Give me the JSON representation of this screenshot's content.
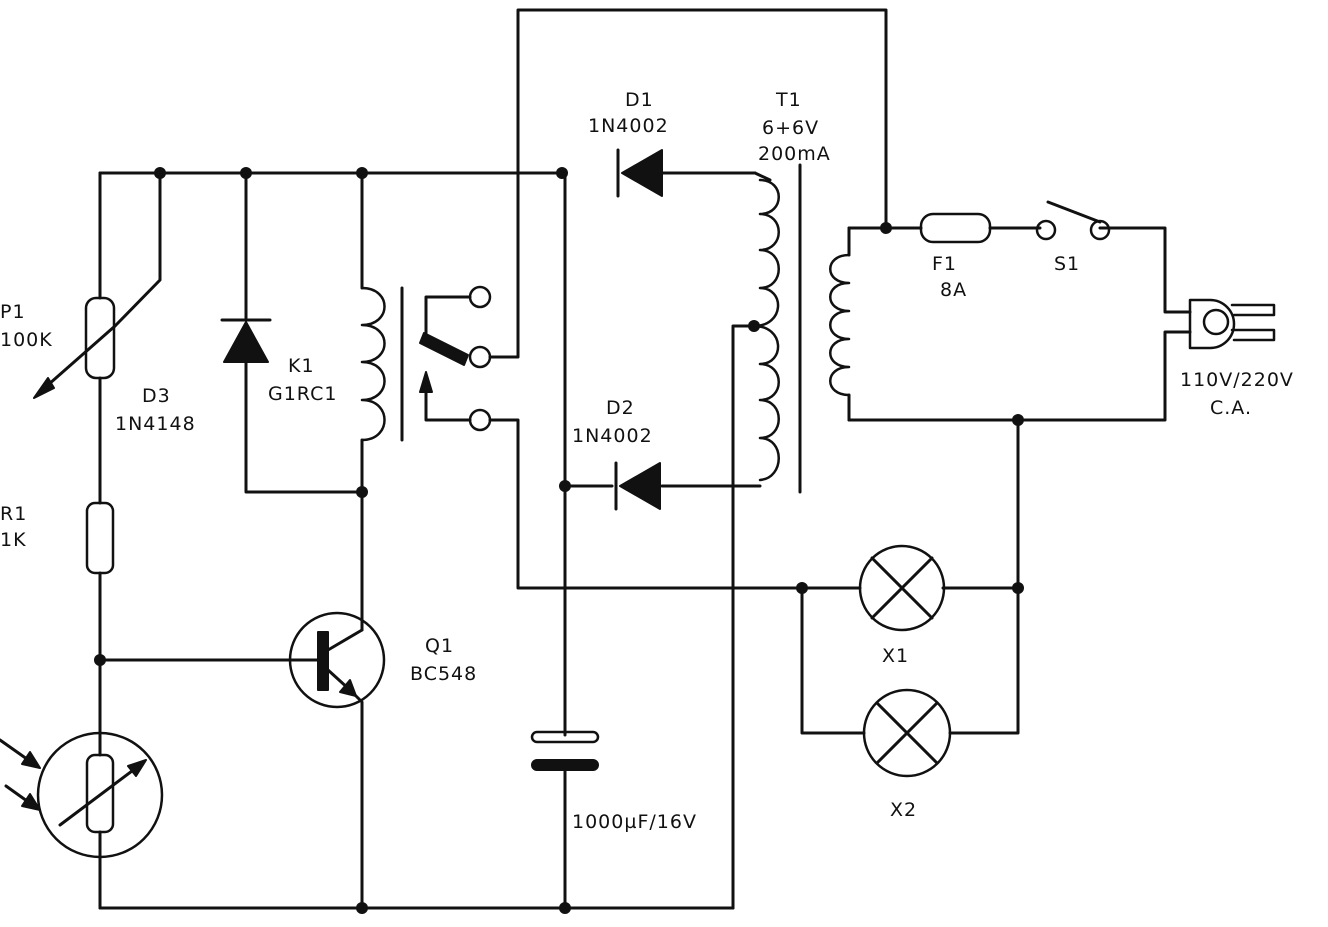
{
  "labels": {
    "p1_ref": "P1",
    "p1_val": "100K",
    "d3_ref": "D3",
    "d3_val": "1N4148",
    "r1_ref": "R1",
    "r1_val": "1K",
    "k1_ref": "K1",
    "k1_val": "G1RC1",
    "d1_ref": "D1",
    "d1_val": "1N4002",
    "d2_ref": "D2",
    "d2_val": "1N4002",
    "t1_ref": "T1",
    "t1_v": "6+6V",
    "t1_i": "200mA",
    "f1_ref": "F1",
    "f1_val": "8A",
    "s1_ref": "S1",
    "mains_v": "110V/220V",
    "mains_t": "C.A.",
    "q1_ref": "Q1",
    "q1_val": "BC548",
    "x1_ref": "X1",
    "x2_ref": "X2",
    "cap_val": "1000µF/16V"
  }
}
